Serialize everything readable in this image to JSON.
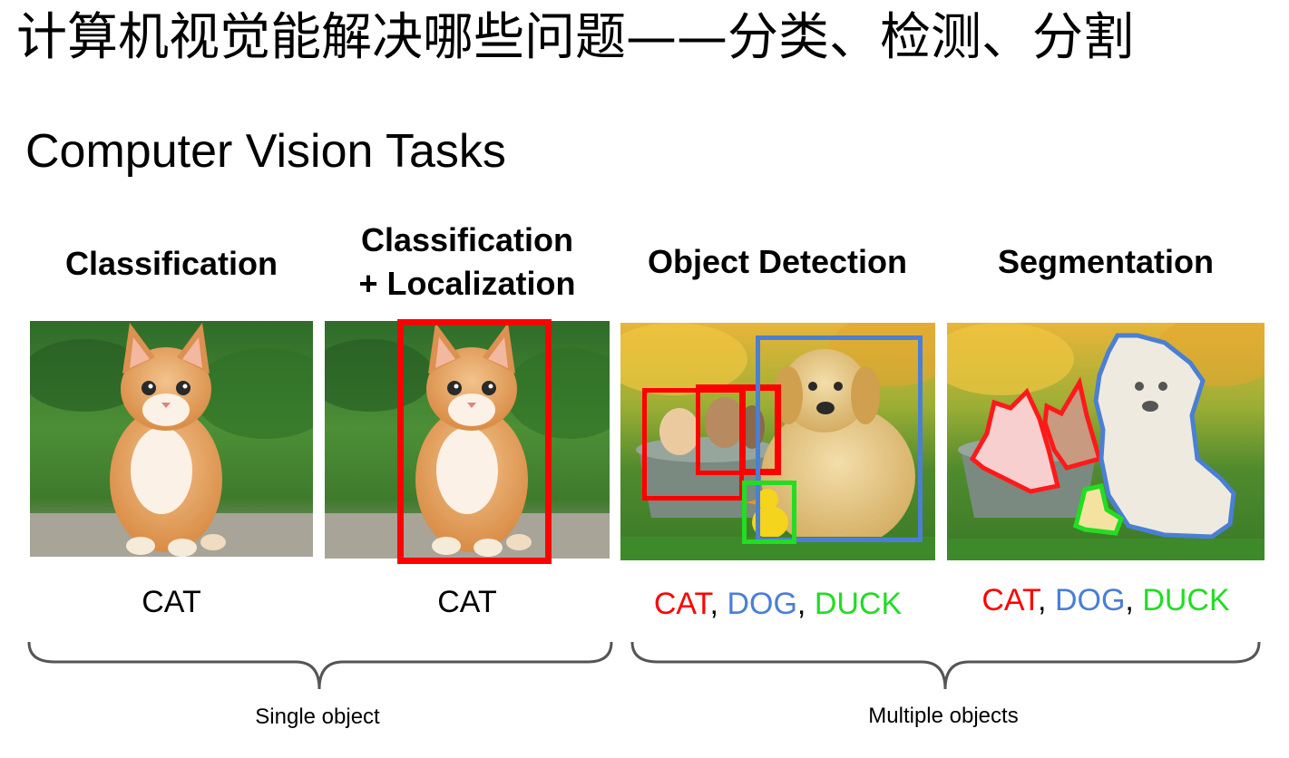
{
  "titles": {
    "chinese": "计算机视觉能解决哪些问题——分类、检测、分割",
    "english": "Computer Vision Tasks"
  },
  "columns": [
    {
      "heading": "Classification",
      "label": "CAT"
    },
    {
      "heading_line1": "Classification",
      "heading_line2": "+ Localization",
      "label": "CAT"
    },
    {
      "heading": "Object Detection",
      "labels": [
        "CAT",
        "DOG",
        "DUCK"
      ]
    },
    {
      "heading": "Segmentation",
      "labels": [
        "CAT",
        "DOG",
        "DUCK"
      ]
    }
  ],
  "separator": ", ",
  "groups": {
    "single": "Single object",
    "multiple": "Multiple objects"
  },
  "colors": {
    "cat": "#ff0000",
    "dog": "#4a7fd4",
    "duck": "#22dd22",
    "brace": "#555555"
  },
  "icons": [
    "kitten-photo",
    "kitten-photo-with-box",
    "pets-photo-with-boxes",
    "pets-photo-with-masks"
  ]
}
